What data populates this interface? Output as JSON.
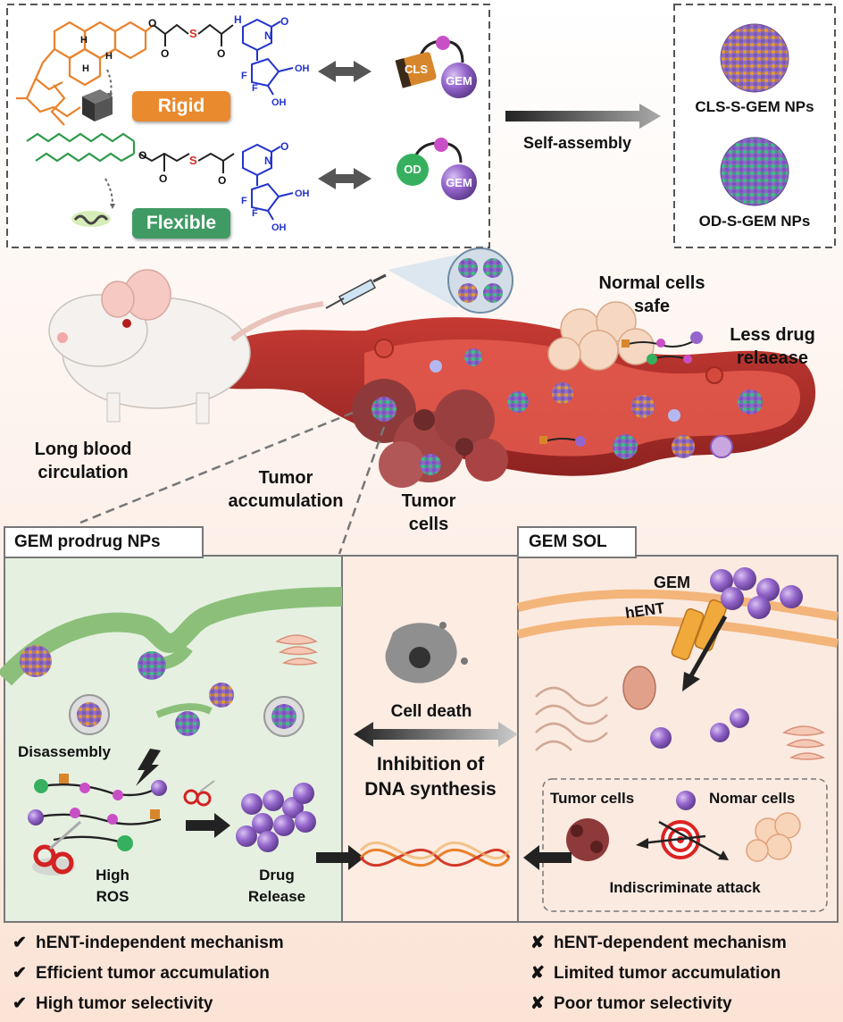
{
  "top": {
    "rigid_label": "Rigid",
    "flexible_label": "Flexible",
    "cls_chip": "CLS",
    "od_chip": "OD",
    "gem_chip_1": "GEM",
    "gem_chip_2": "GEM",
    "self_assembly": "Self-assembly",
    "np1_label": "CLS-S-GEM NPs",
    "np2_label": "OD-S-GEM NPs",
    "chem_atoms": {
      "o": "O",
      "s": "S",
      "h": "H",
      "n": "N",
      "f": "F",
      "oh": "OH"
    }
  },
  "middle": {
    "normal_cells": "Normal cells",
    "safe": "safe",
    "less_drug_line1": "Less drug",
    "less_drug_line2": "relaease",
    "long_blood_line1": "Long blood",
    "long_blood_line2": "circulation",
    "tumor_accum_line1": "Tumor",
    "tumor_accum_line2": "accumulation",
    "tumor_cells_line1": "Tumor",
    "tumor_cells_line2": "cells"
  },
  "left_panel": {
    "tab": "GEM prodrug NPs",
    "disassembly": "Disassembly",
    "high_ros_line1": "High",
    "high_ros_line2": "ROS",
    "drug_release_line1": "Drug",
    "drug_release_line2": "Release"
  },
  "center_panel": {
    "cell_death": "Cell death",
    "inhibition_line1": "Inhibition of",
    "inhibition_line2": "DNA synthesis"
  },
  "right_panel": {
    "tab": "GEM SOL",
    "gem": "GEM",
    "hent": "hENT",
    "tumor_cells": "Tumor cells",
    "nomar_cells": "Nomar cells",
    "indiscriminate": "Indiscriminate attack"
  },
  "bottom": {
    "left": [
      "hENT-independent mechanism",
      "Efficient tumor accumulation",
      "High tumor selectivity"
    ],
    "right": [
      "hENT-dependent mechanism",
      "Limited tumor accumulation",
      "Poor tumor selectivity"
    ],
    "check_icon": "✔",
    "cross_icon": "✘"
  },
  "colors": {
    "rigid": "#e98a2f",
    "flexible": "#3f9a63",
    "vessel": "#b8322e",
    "left_panel_bg": "#e6f0e1",
    "right_panel_bg": "#fbeae0",
    "gem_purple": "#9466cc"
  }
}
